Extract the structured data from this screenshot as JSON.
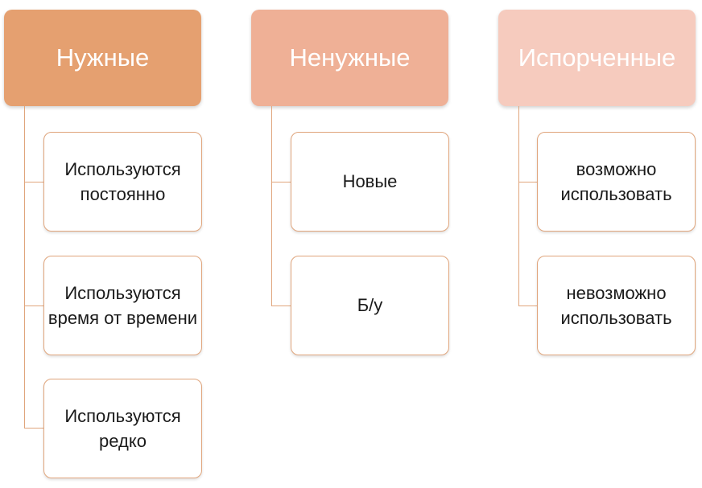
{
  "columns": [
    {
      "title": "Нужные",
      "color": "#e5a070",
      "items": [
        "Используются постоянно",
        "Используются время от времени",
        "Используются редко"
      ]
    },
    {
      "title": "Ненужные",
      "color": "#efb096",
      "items": [
        "Новые",
        "Б/у"
      ]
    },
    {
      "title": "Испорченные",
      "color": "#f6cbbe",
      "items": [
        "возможно использовать",
        "невозможно использовать"
      ]
    }
  ]
}
